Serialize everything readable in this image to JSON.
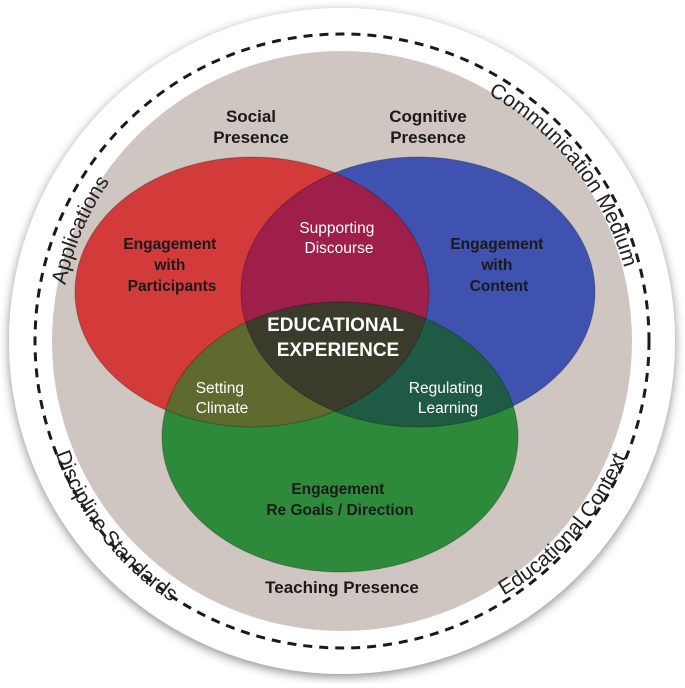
{
  "colors": {
    "background_disc": "#cfc5c1",
    "outer_ring": "#ffffff",
    "dashed_circle": "#1a1a1a",
    "social": "#d33a3a",
    "cognitive": "#3f52b0",
    "teaching": "#2d8a3a",
    "social_cognitive_overlap": "#9e1f4a",
    "social_teaching_overlap": "#5e6a2e",
    "cognitive_teaching_overlap": "#1f5a45",
    "center_overlap": "#3a3b2a"
  },
  "ring_labels": {
    "top_left": "Applications",
    "top_right": "Communication Medium",
    "bottom_left": "Discipline Standards",
    "bottom_right": "Educational Context"
  },
  "presences": {
    "social": {
      "line1": "Social",
      "line2": "Presence"
    },
    "cognitive": {
      "line1": "Cognitive",
      "line2": "Presence"
    },
    "teaching": {
      "label": "Teaching Presence"
    }
  },
  "regions": {
    "social": {
      "line1": "Engagement",
      "line2": "with",
      "line3": "Participants"
    },
    "cognitive": {
      "line1": "Engagement",
      "line2": "with",
      "line3": "Content"
    },
    "teaching": {
      "line1": "Engagement",
      "line2": "Re Goals / Direction"
    },
    "supporting": {
      "line1": "Supporting",
      "line2": "Discourse"
    },
    "setting": {
      "line1": "Setting",
      "line2": "Climate"
    },
    "regulating": {
      "line1": "Regulating",
      "line2": "Learning"
    },
    "center": {
      "line1": "EDUCATIONAL",
      "line2": "EXPERIENCE"
    }
  }
}
